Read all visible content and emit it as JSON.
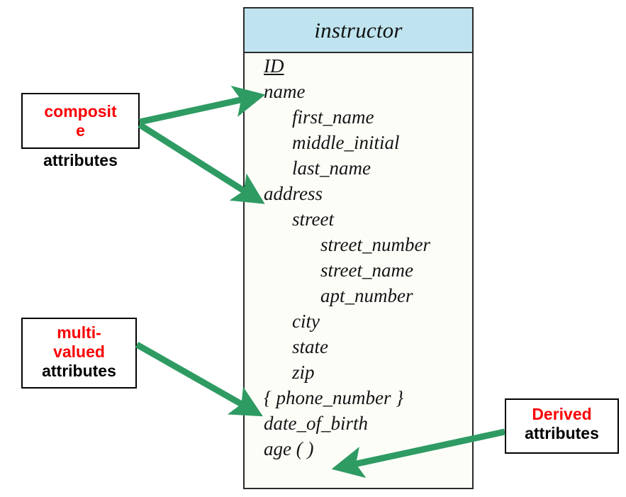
{
  "entity": {
    "title": "instructor",
    "attributes": [
      {
        "label": "ID",
        "level": 0,
        "key": true
      },
      {
        "label": "name",
        "level": 0,
        "key": false
      },
      {
        "label": "first_name",
        "level": 1,
        "key": false
      },
      {
        "label": "middle_initial",
        "level": 1,
        "key": false
      },
      {
        "label": "last_name",
        "level": 1,
        "key": false
      },
      {
        "label": "address",
        "level": 0,
        "key": false
      },
      {
        "label": "street",
        "level": 1,
        "key": false
      },
      {
        "label": "street_number",
        "level": 2,
        "key": false
      },
      {
        "label": "street_name",
        "level": 2,
        "key": false
      },
      {
        "label": "apt_number",
        "level": 2,
        "key": false
      },
      {
        "label": "city",
        "level": 1,
        "key": false
      },
      {
        "label": "state",
        "level": 1,
        "key": false
      },
      {
        "label": "zip",
        "level": 1,
        "key": false
      },
      {
        "label": "{ phone_number }",
        "level": 0,
        "key": false
      },
      {
        "label": "date_of_birth",
        "level": 0,
        "key": false
      },
      {
        "label": "age ( )",
        "level": 0,
        "key": false
      }
    ]
  },
  "annotations": {
    "composite": {
      "line1": "composit",
      "line2": "e",
      "outside_label": "attributes"
    },
    "multivalued": {
      "line1": "multi-",
      "line2": "valued",
      "line3": "attributes"
    },
    "derived": {
      "line1": "Derived",
      "line2": "attributes"
    }
  },
  "colors": {
    "header_fill": "#bfe4ef",
    "body_fill": "#fdfdf8",
    "outline": "#2b2b2b",
    "arrow_green": "#2e9b63",
    "callout_red": "#fa0003",
    "callout_black": "#000000"
  }
}
